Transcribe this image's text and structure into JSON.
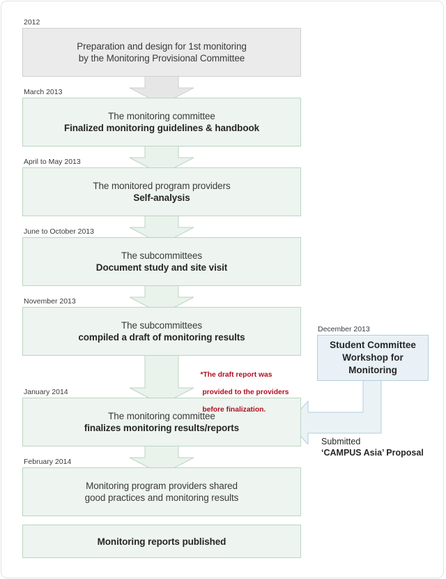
{
  "title": "Monitoring process timeline flowchart",
  "colors": {
    "gray_fill": "#ebebeb",
    "gray_border": "#cfcfcf",
    "green_fill": "#eef4f0",
    "green_border": "#b9d6c2",
    "blue_fill": "#e9f1f6",
    "blue_border": "#b3cedd",
    "note_red": "#b01020",
    "text": "#3a3a3a"
  },
  "steps": [
    {
      "date": "2012",
      "style": "gray",
      "lines": [
        {
          "text": "Preparation and design for 1st monitoring",
          "bold": false
        },
        {
          "text": "by the Monitoring Provisional Committee",
          "bold": false
        }
      ]
    },
    {
      "date": "March 2013",
      "style": "green",
      "lines": [
        {
          "text": "The monitoring committee",
          "bold": false
        },
        {
          "text": "Finalized monitoring guidelines & handbook",
          "bold": true
        }
      ]
    },
    {
      "date": "April to May 2013",
      "style": "green",
      "lines": [
        {
          "text": "The monitored program providers",
          "bold": false
        },
        {
          "text": "Self-analysis",
          "bold": true
        }
      ]
    },
    {
      "date": "June to October 2013",
      "style": "green",
      "lines": [
        {
          "text": "The subcommittees",
          "bold": false
        },
        {
          "text": "Document study and site visit",
          "bold": true
        }
      ]
    },
    {
      "date": "November 2013",
      "style": "green",
      "lines": [
        {
          "text": "The subcommittees",
          "bold": false
        },
        {
          "text": "compiled a draft of monitoring results",
          "bold": true
        }
      ]
    },
    {
      "date": "January 2014",
      "style": "green",
      "lines": [
        {
          "text": "The monitoring committee",
          "bold": false
        },
        {
          "text": "finalizes monitoring results/reports",
          "bold": true
        }
      ]
    },
    {
      "date": "February 2014",
      "style": "green",
      "lines": [
        {
          "text": "Monitoring program providers shared",
          "bold": false
        },
        {
          "text": "good practices and monitoring results",
          "bold": false
        }
      ]
    },
    {
      "date": "",
      "style": "green",
      "lines": [
        {
          "text": "Monitoring reports published",
          "bold": true
        }
      ]
    }
  ],
  "note": {
    "line1": "*The draft report was",
    "line2": " provided to the providers",
    "line3": " before finalization."
  },
  "side_branch": {
    "date": "December 2013",
    "lines": [
      "Student Committee",
      "Workshop for",
      "Monitoring"
    ],
    "caption_line1": "Submitted",
    "caption_line2": "‘CAMPUS Asia’ Proposal"
  }
}
